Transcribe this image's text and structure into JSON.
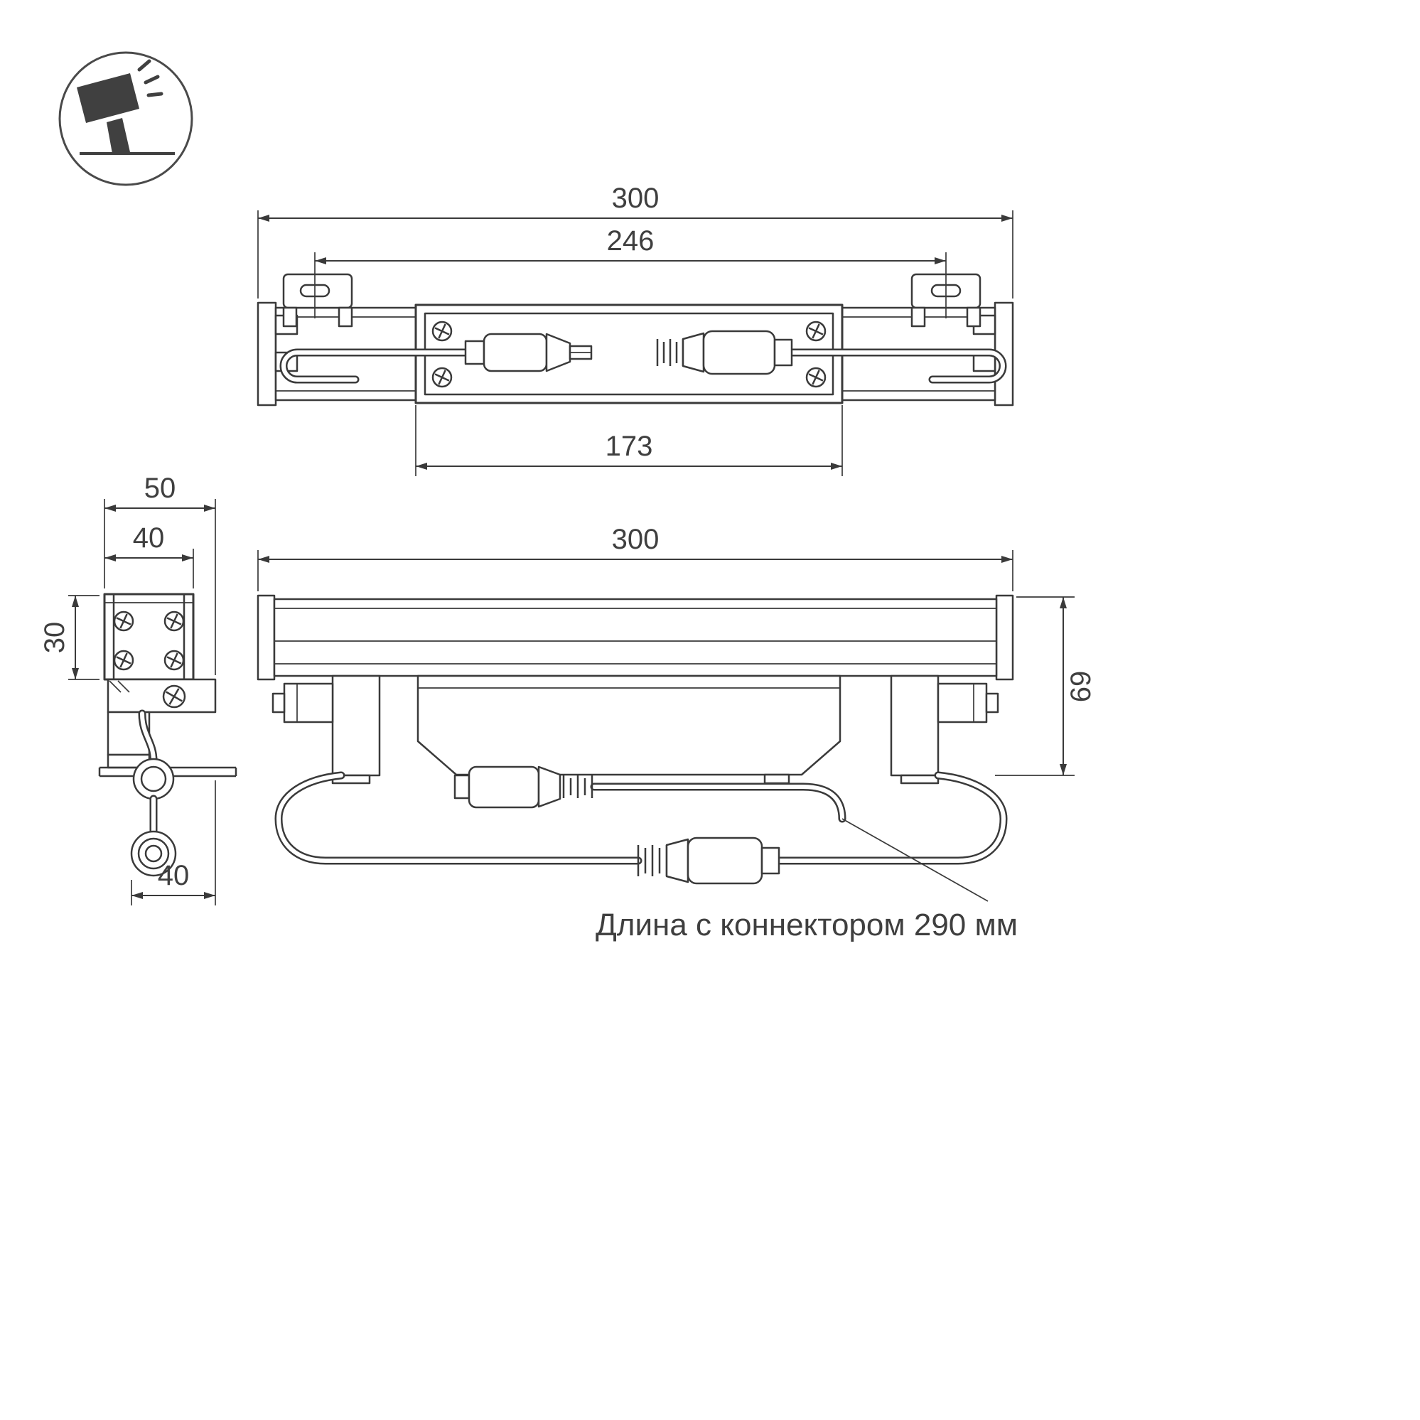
{
  "colors": {
    "line": "#3a3a3a",
    "dim_text": "#3f3f3f",
    "icon_fill": "#404040"
  },
  "icon_legend": {
    "name": "floodlight-projector-icon"
  },
  "views": {
    "top": {
      "dims": {
        "overall": "300",
        "bracket_centers": "246",
        "body_center": "173"
      }
    },
    "side": {
      "dims": {
        "outer_width": "50",
        "inner_width": "40",
        "height": "30",
        "bottom_width": "40"
      }
    },
    "front": {
      "dims": {
        "length": "300",
        "height": "69"
      }
    }
  },
  "note": {
    "text": "Длина с коннектором 290 мм"
  }
}
